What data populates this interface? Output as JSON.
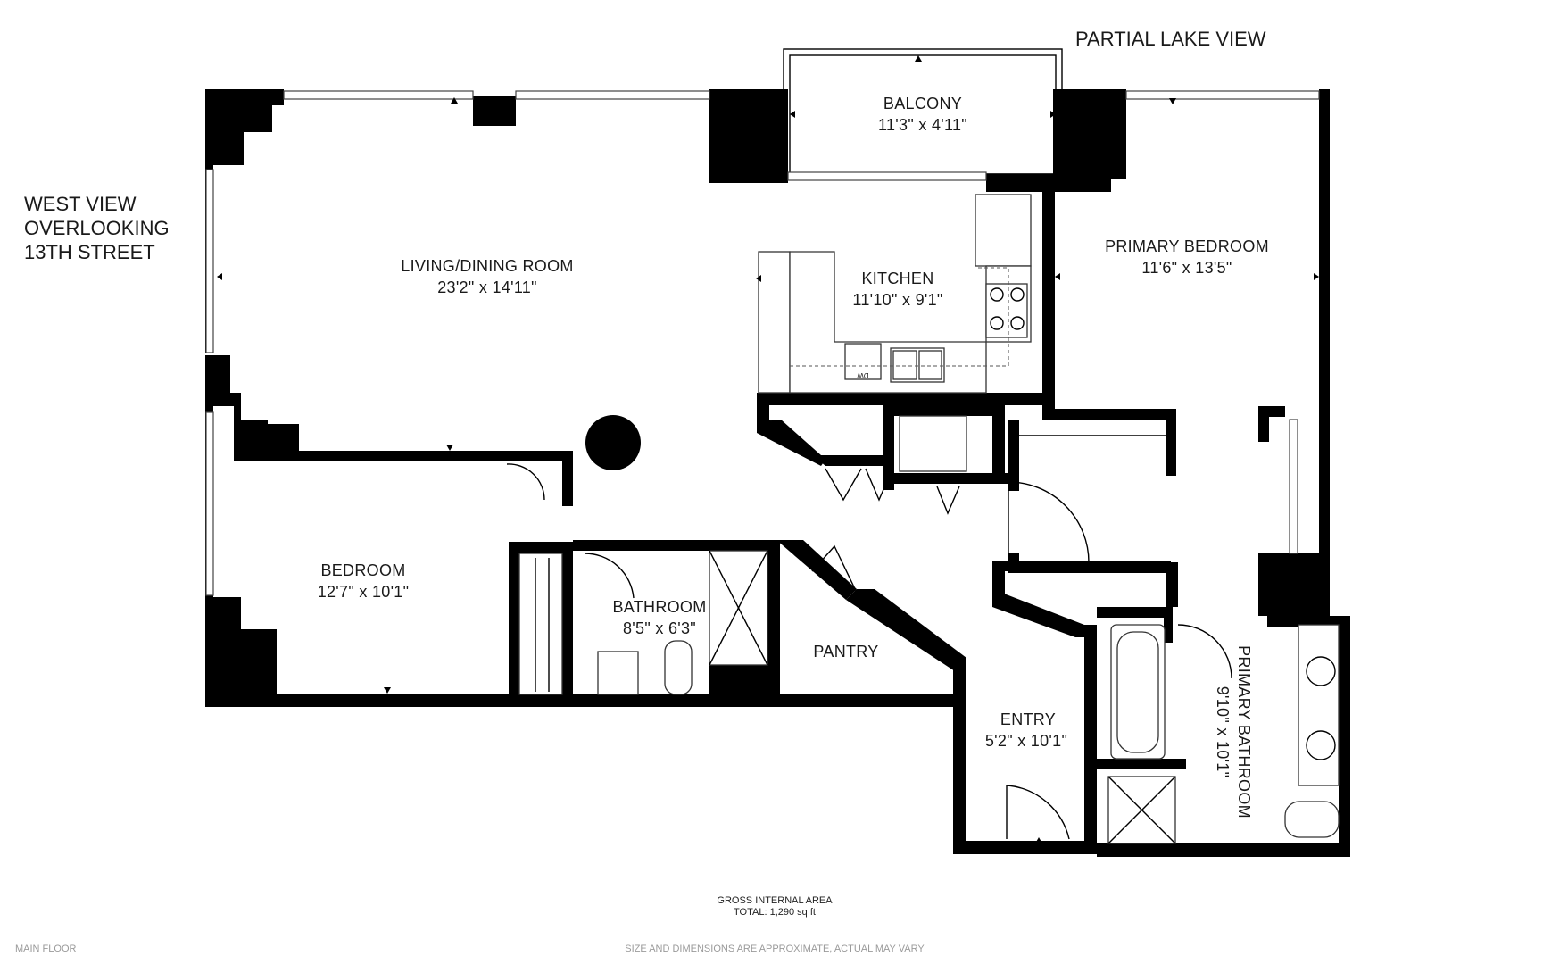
{
  "views": {
    "north": "PARTIAL LAKE VIEW",
    "west_line1": "WEST VIEW",
    "west_line2": "OVERLOOKING",
    "west_line3": "13TH STREET"
  },
  "rooms": {
    "balcony": {
      "name": "BALCONY",
      "dims": "11'3\" x 4'11\""
    },
    "living": {
      "name": "LIVING/DINING ROOM",
      "dims": "23'2\" x 14'11\""
    },
    "kitchen": {
      "name": "KITCHEN",
      "dims": "11'10\" x 9'1\""
    },
    "primary_bedroom": {
      "name": "PRIMARY BEDROOM",
      "dims": "11'6\" x 13'5\""
    },
    "bedroom": {
      "name": "BEDROOM",
      "dims": "12'7\" x 10'1\""
    },
    "bathroom": {
      "name": "BATHROOM",
      "dims": "8'5\" x 6'3\""
    },
    "pantry": {
      "name": "PANTRY"
    },
    "entry": {
      "name": "ENTRY",
      "dims": "5'2\" x 10'1\""
    },
    "primary_bathroom": {
      "name": "PRIMARY BATHROOM",
      "dims": "9'10\" x 10'1\""
    }
  },
  "fixtures": {
    "dishwasher": "DW"
  },
  "footer": {
    "area_title": "GROSS INTERNAL AREA",
    "area_total": "TOTAL:  1,290 sq ft",
    "floor": "MAIN FLOOR",
    "disclaimer": "SIZE AND DIMENSIONS ARE APPROXIMATE, ACTUAL MAY VARY"
  },
  "colors": {
    "wall": "#000000",
    "label": "#1a1a1a",
    "faint": "#9a9a9a"
  }
}
